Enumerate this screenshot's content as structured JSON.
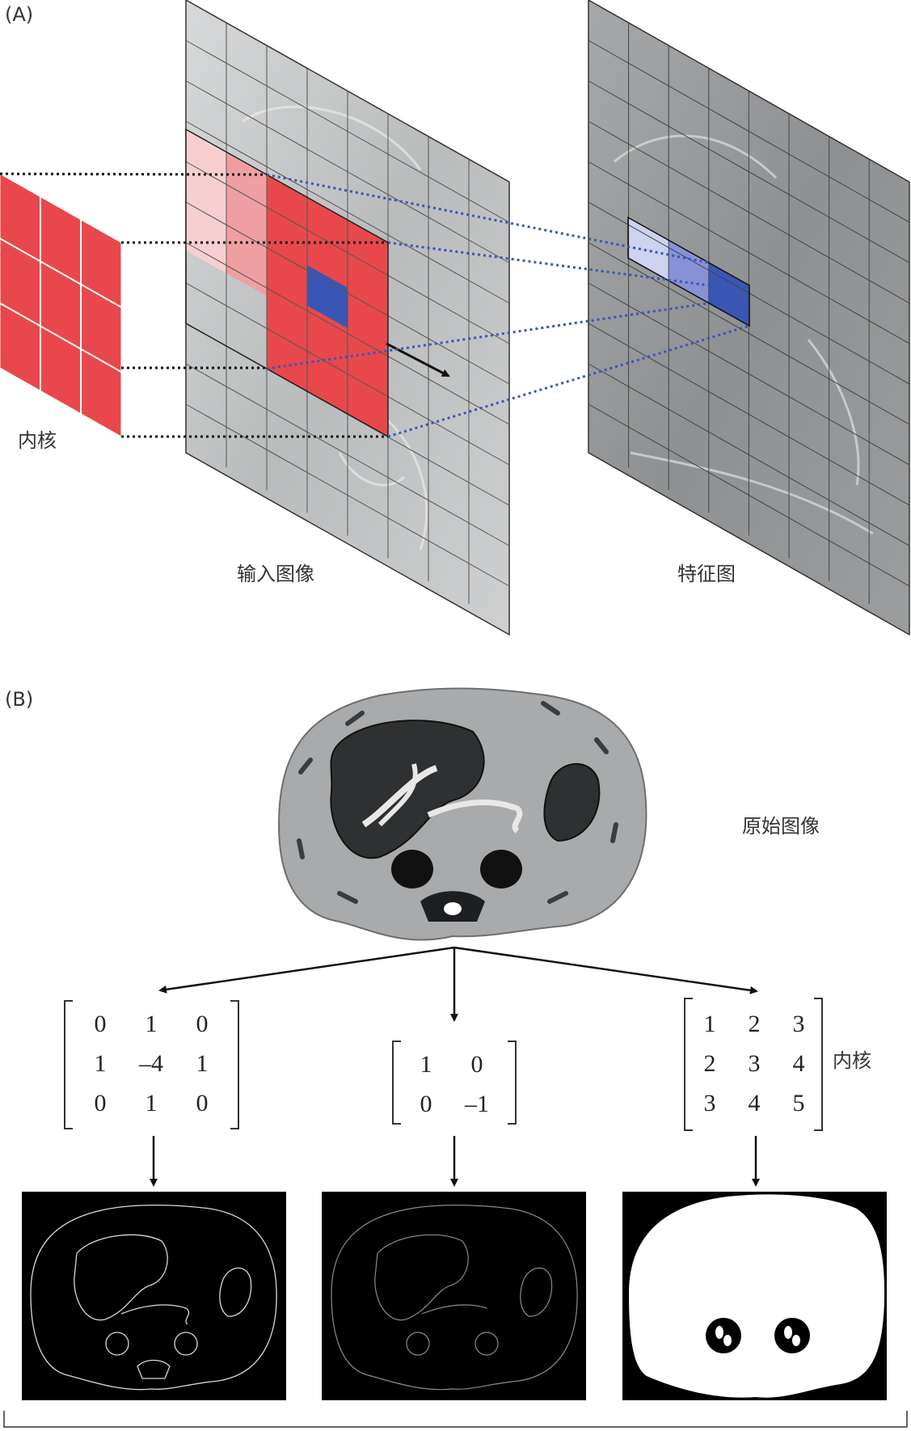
{
  "panel_a": {
    "tag": "(A)",
    "kernel_label": "内核",
    "input_label": "输入图像",
    "feature_label": "特征图",
    "colors": {
      "kernel": "#e8484b",
      "highlight": "#3a56b5",
      "grid_bg": "#c9cbcc",
      "dotted_link": "#3a56b5"
    }
  },
  "panel_b": {
    "tag": "(B)",
    "original_label": "原始图像",
    "kernel_label": "内核",
    "kernels": [
      {
        "rows": [
          [
            "0",
            "1",
            "0"
          ],
          [
            "1",
            "–4",
            "1"
          ],
          [
            "0",
            "1",
            "0"
          ]
        ]
      },
      {
        "rows": [
          [
            "1",
            "0"
          ],
          [
            "0",
            "–1"
          ]
        ]
      },
      {
        "rows": [
          [
            "1",
            "2",
            "3"
          ],
          [
            "2",
            "3",
            "4"
          ],
          [
            "3",
            "4",
            "5"
          ]
        ]
      }
    ]
  }
}
